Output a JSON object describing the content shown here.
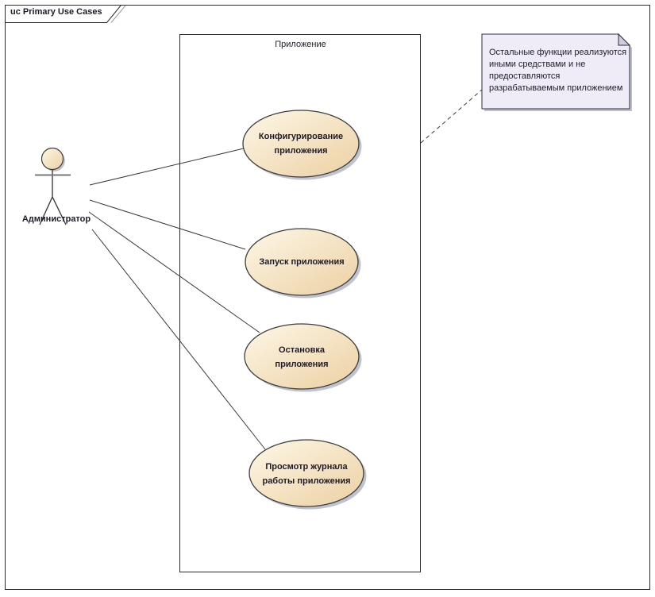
{
  "frame": {
    "title": "uc Primary Use Cases"
  },
  "boundary": {
    "label": "Приложение"
  },
  "actor": {
    "label": "Администратор"
  },
  "use_cases": [
    {
      "lines": [
        "Конфигурирование",
        "приложения"
      ]
    },
    {
      "lines": [
        "Запуск приложения"
      ]
    },
    {
      "lines": [
        "Остановка",
        "приложения"
      ]
    },
    {
      "lines": [
        "Просмотр журнала",
        "работы приложения"
      ]
    }
  ],
  "note": {
    "lines": [
      "Остальные функции реализуются",
      "иными средствами и не",
      "предоставляются",
      "разрабатываемым приложением"
    ]
  },
  "colors": {
    "usecase_fill_light": "#fdf7e7",
    "usecase_fill_dark": "#ecd0a2",
    "usecase_border": "#3e3e3e",
    "note_fill": "#efecf7",
    "note_fold": "#cfccdd",
    "shadow": "#bfc2cf",
    "connector": "#3a3a3a",
    "frame_border": "#2b2b2b"
  }
}
